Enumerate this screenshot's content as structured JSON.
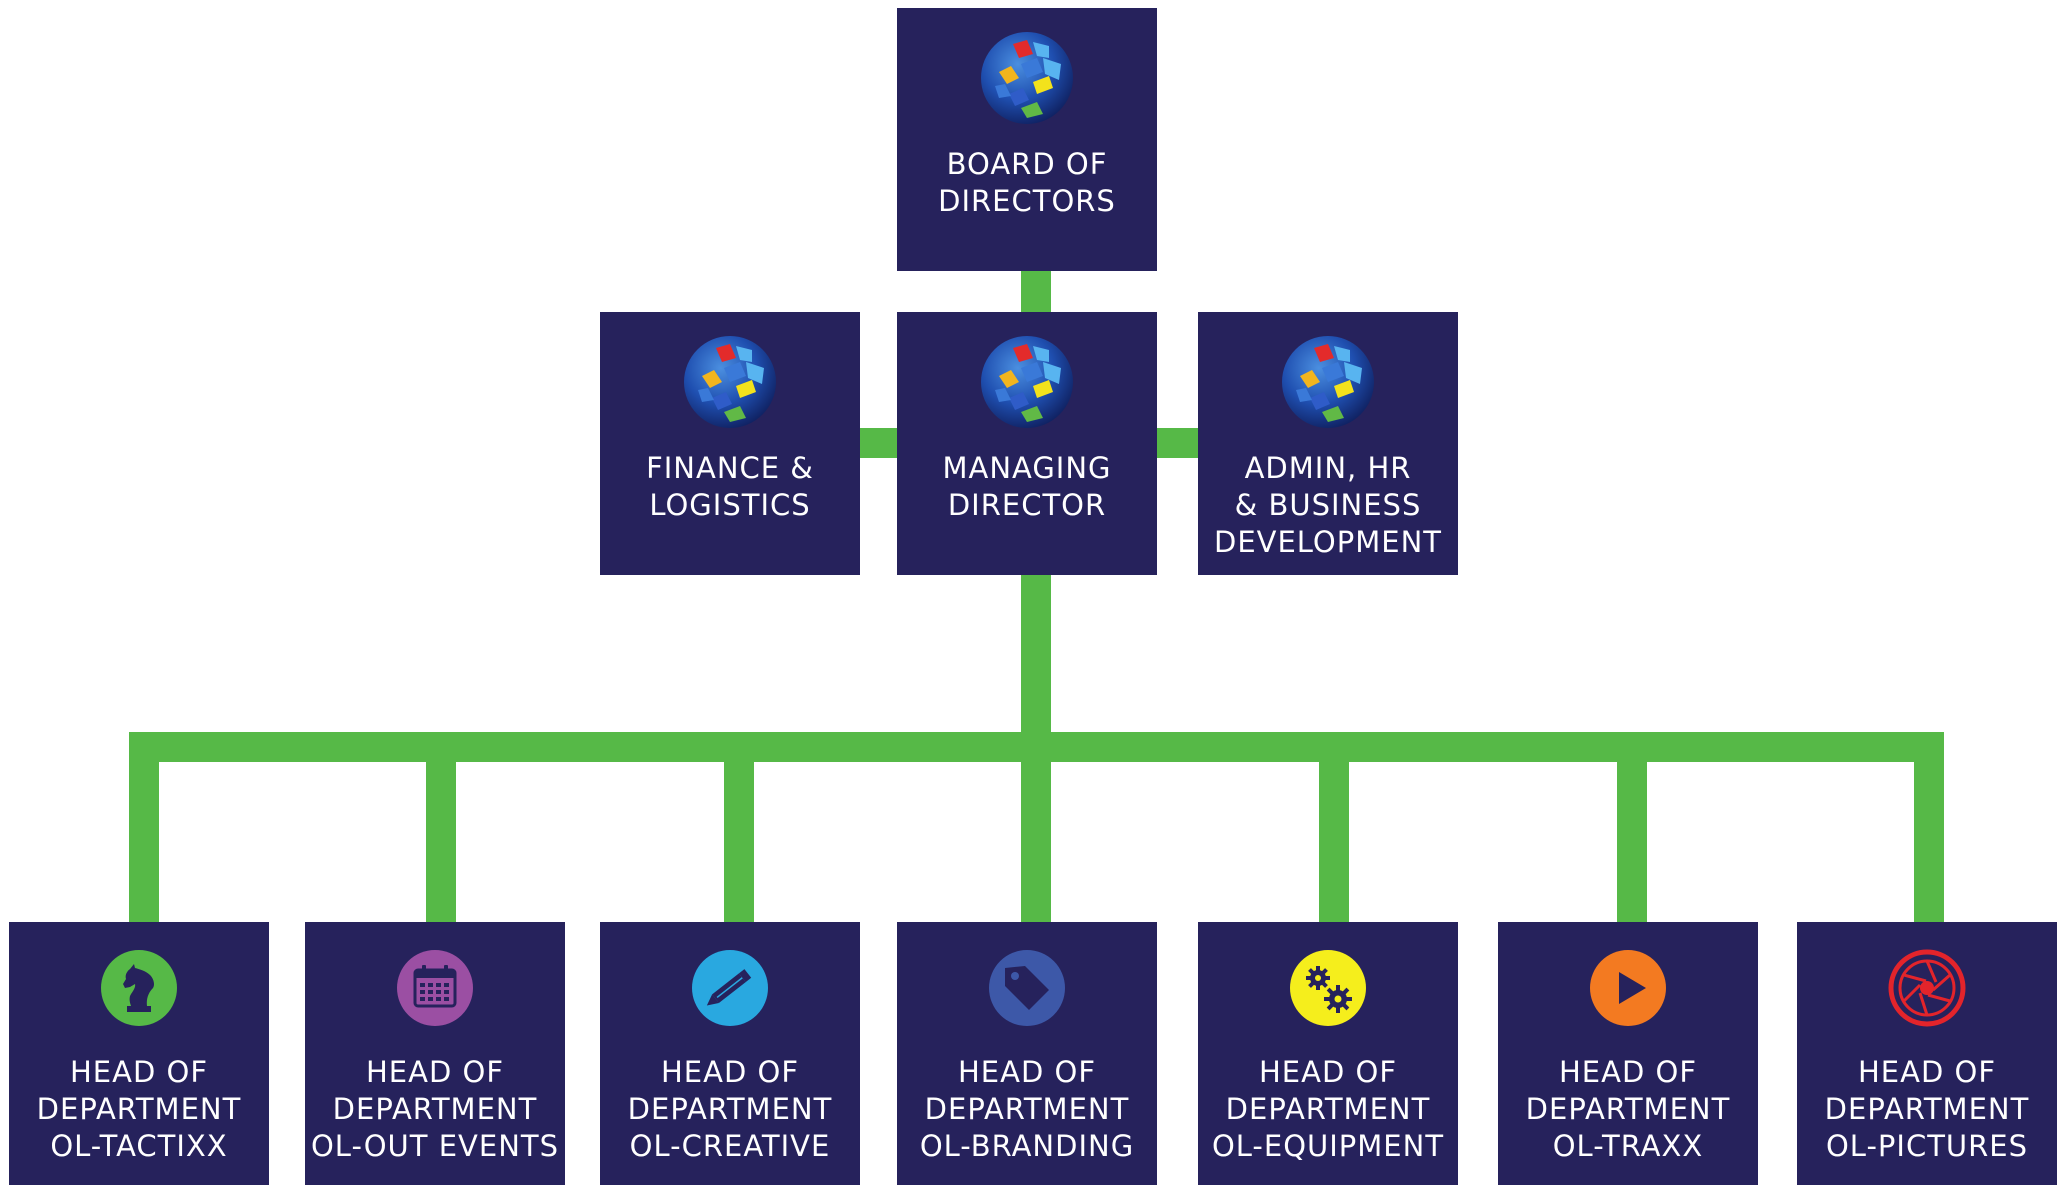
{
  "colors": {
    "box_bg": "#26225c",
    "connector": "#56b947",
    "label_text": "#ffffff"
  },
  "top": {
    "board": {
      "label": "BOARD OF\nDIRECTORS",
      "icon": "company-globe-logo"
    }
  },
  "middle": {
    "finance": {
      "label": "FINANCE &\nLOGISTICS",
      "icon": "company-globe-logo"
    },
    "managing": {
      "label": "MANAGING\nDIRECTOR",
      "icon": "company-globe-logo"
    },
    "admin": {
      "label": "ADMIN, HR\n& BUSINESS\nDEVELOPMENT",
      "icon": "company-globe-logo"
    }
  },
  "departments": [
    {
      "label": "HEAD OF\nDEPARTMENT\nOL-TACTIXX",
      "icon": "chess-knight-icon",
      "icon_color": "#56b947"
    },
    {
      "label": "HEAD OF\nDEPARTMENT\nOL-OUT EVENTS",
      "icon": "calendar-icon",
      "icon_color": "#9b4fa3"
    },
    {
      "label": "HEAD OF\nDEPARTMENT\nOL-CREATIVE",
      "icon": "pencil-icon",
      "icon_color": "#29a8e0"
    },
    {
      "label": "HEAD OF\nDEPARTMENT\nOL-BRANDING",
      "icon": "tag-icon",
      "icon_color": "#3d58a8"
    },
    {
      "label": "HEAD OF\nDEPARTMENT\nOL-EQUIPMENT",
      "icon": "gears-icon",
      "icon_color": "#f5ee1c"
    },
    {
      "label": "HEAD OF\nDEPARTMENT\nOL-TRAXX",
      "icon": "play-icon",
      "icon_color": "#f37a21"
    },
    {
      "label": "HEAD OF\nDEPARTMENT\nOL-PICTURES",
      "icon": "aperture-icon",
      "icon_color": "#e3242b"
    }
  ]
}
